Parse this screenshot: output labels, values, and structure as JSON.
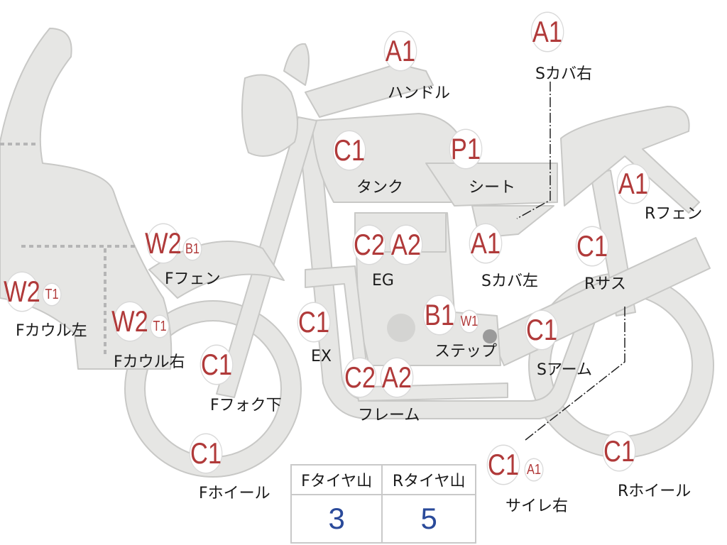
{
  "parts": [
    {
      "id": "handle",
      "code": "A1",
      "label": "ハンドル"
    },
    {
      "id": "s-cover-right",
      "code": "A1",
      "label": "Sカバ右"
    },
    {
      "id": "tank",
      "code": "C1",
      "label": "タンク"
    },
    {
      "id": "seat",
      "code": "P1",
      "label": "シート"
    },
    {
      "id": "r-fender",
      "code": "A1",
      "label": "Rフェン"
    },
    {
      "id": "f-fender",
      "code": "W2",
      "sub": "B1",
      "label": "Fフェン"
    },
    {
      "id": "engine",
      "code": "C2",
      "code2": "A2",
      "label": "EG"
    },
    {
      "id": "s-cover-left",
      "code": "A1",
      "label": "Sカバ左"
    },
    {
      "id": "r-suspension",
      "code": "C1",
      "label": "Rサス"
    },
    {
      "id": "f-cowl-left",
      "code": "W2",
      "sub": "T1",
      "label": "Fカウル左"
    },
    {
      "id": "f-cowl-right",
      "code": "W2",
      "sub": "T1",
      "label": "Fカウル右"
    },
    {
      "id": "exhaust",
      "code": "C1",
      "label": "EX"
    },
    {
      "id": "step",
      "code": "B1",
      "sub": "W1",
      "label": "ステップ"
    },
    {
      "id": "swing-arm",
      "code": "C1",
      "label": "Sアーム"
    },
    {
      "id": "f-fork-lower",
      "code": "C1",
      "label": "Fフォク下"
    },
    {
      "id": "frame",
      "code": "C2",
      "code2": "A2",
      "label": "フレーム"
    },
    {
      "id": "f-wheel",
      "code": "C1",
      "label": "Fホイール"
    },
    {
      "id": "muffler-right",
      "code": "C1",
      "sub": "A1",
      "label": "サイレ右"
    },
    {
      "id": "r-wheel",
      "code": "C1",
      "label": "Rホイール"
    }
  ],
  "tire_table": {
    "headers": [
      "Fタイヤ山",
      "Rタイヤ山"
    ],
    "values": [
      "3",
      "5"
    ]
  },
  "colors": {
    "code": "#b03a3a",
    "value": "#2a4a9a",
    "body": "#e6e6e4",
    "outline": "#c8c8c6"
  }
}
